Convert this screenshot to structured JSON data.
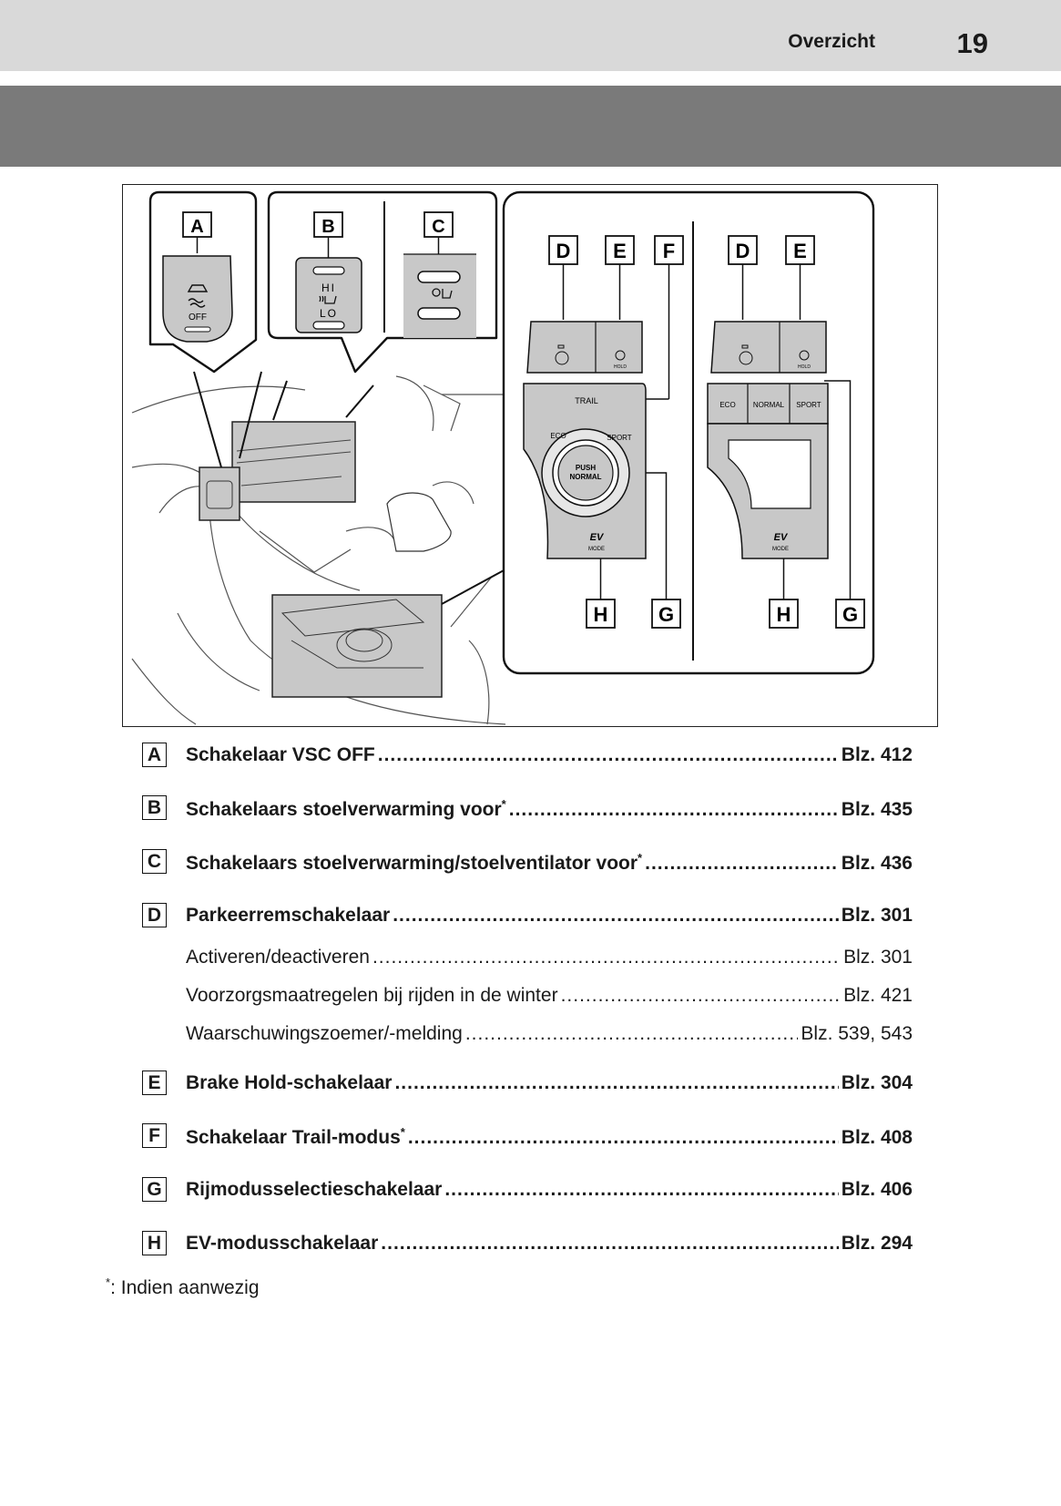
{
  "header": {
    "section": "Overzicht",
    "page_number": "19"
  },
  "figure": {
    "callouts": [
      "A",
      "B",
      "C",
      "D",
      "E",
      "F",
      "D",
      "E",
      "H",
      "G",
      "H",
      "G"
    ],
    "switch_text": {
      "off": "OFF",
      "hi": "HI",
      "lo": "LO",
      "trail": "TRAIL",
      "eco_dial": "ECO",
      "sport_dial": "SPORT",
      "push": "PUSH",
      "normal_dial": "NORMAL",
      "ev": "EV",
      "mode": "MODE",
      "hold": "HOLD",
      "eco": "ECO",
      "normal": "NORMAL",
      "sport": "SPORT"
    }
  },
  "entries": [
    {
      "badge": "A",
      "label": "Schakelaar VSC OFF",
      "sup": "",
      "page": "Blz. 412",
      "main": true
    },
    {
      "badge": "B",
      "label": "Schakelaars stoelverwarming voor",
      "sup": "*",
      "page": "Blz. 435",
      "main": true
    },
    {
      "badge": "C",
      "label": "Schakelaars stoelverwarming/stoelventilator voor",
      "sup": "*",
      "page": "Blz. 436",
      "main": true
    },
    {
      "badge": "D",
      "label": "Parkeerremschakelaar",
      "sup": "",
      "page": "Blz. 301",
      "main": true
    },
    {
      "badge": "",
      "label": "Activeren/deactiveren",
      "sup": "",
      "page": "Blz. 301",
      "main": false
    },
    {
      "badge": "",
      "label": "Voorzorgsmaatregelen bij rijden in de winter",
      "sup": "",
      "page": "Blz. 421",
      "main": false
    },
    {
      "badge": "",
      "label": "Waarschuwingszoemer/-melding",
      "sup": "",
      "page": "Blz. 539, 543",
      "main": false
    },
    {
      "badge": "E",
      "label": "Brake Hold-schakelaar",
      "sup": "",
      "page": "Blz. 304",
      "main": true
    },
    {
      "badge": "F",
      "label": "Schakelaar Trail-modus",
      "sup": "*",
      "page": "Blz. 408",
      "main": true
    },
    {
      "badge": "G",
      "label": "Rijmodusselectieschakelaar",
      "sup": "",
      "page": "Blz. 406",
      "main": true
    },
    {
      "badge": "H",
      "label": "EV-modusschakelaar",
      "sup": "",
      "page": "Blz. 294",
      "main": true
    }
  ],
  "footnote": {
    "mark": "*",
    "text": ": Indien aanwezig"
  }
}
